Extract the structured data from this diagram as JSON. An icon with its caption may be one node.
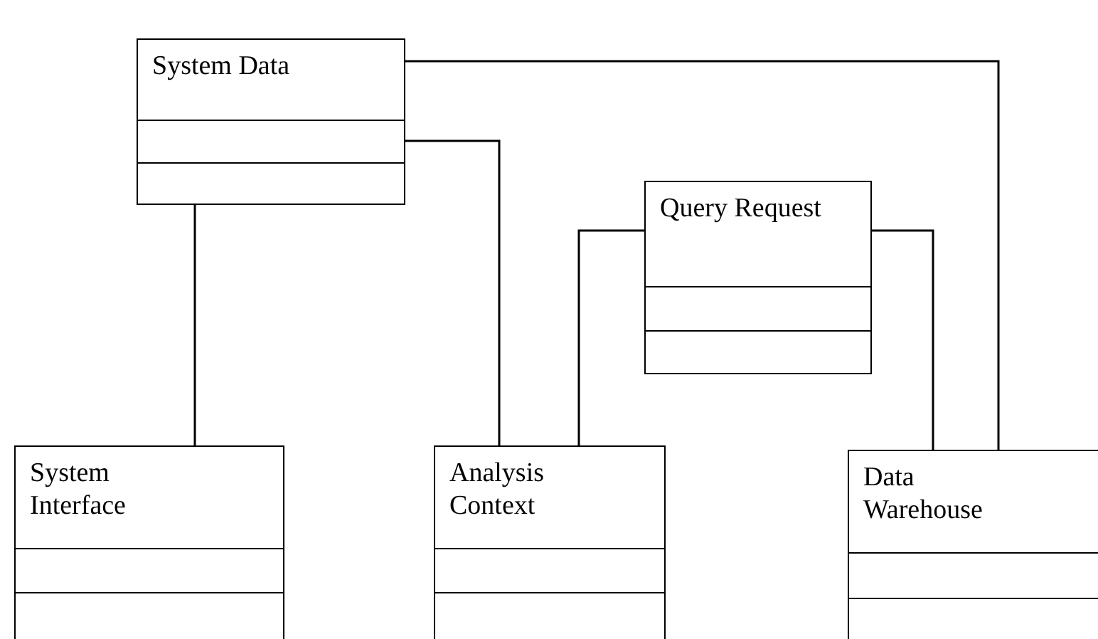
{
  "diagram": {
    "nodes": [
      {
        "text": [
          "System Data"
        ]
      },
      {
        "text": [
          "Query Request"
        ]
      },
      {
        "text": [
          "System Interface"
        ]
      },
      {
        "text": [
          "Analysis Context"
        ]
      },
      {
        "text": [
          "Data Warehouse"
        ]
      }
    ],
    "edges": [
      {
        "from": 0,
        "to": 2,
        "arrow": "none"
      },
      {
        "from": 0,
        "to": 3,
        "arrow": "none"
      },
      {
        "from": 0,
        "to": 4,
        "arrow": "none"
      },
      {
        "from": 1,
        "to": 3,
        "arrow": "none"
      },
      {
        "from": 1,
        "to": 4,
        "arrow": "none"
      }
    ]
  }
}
